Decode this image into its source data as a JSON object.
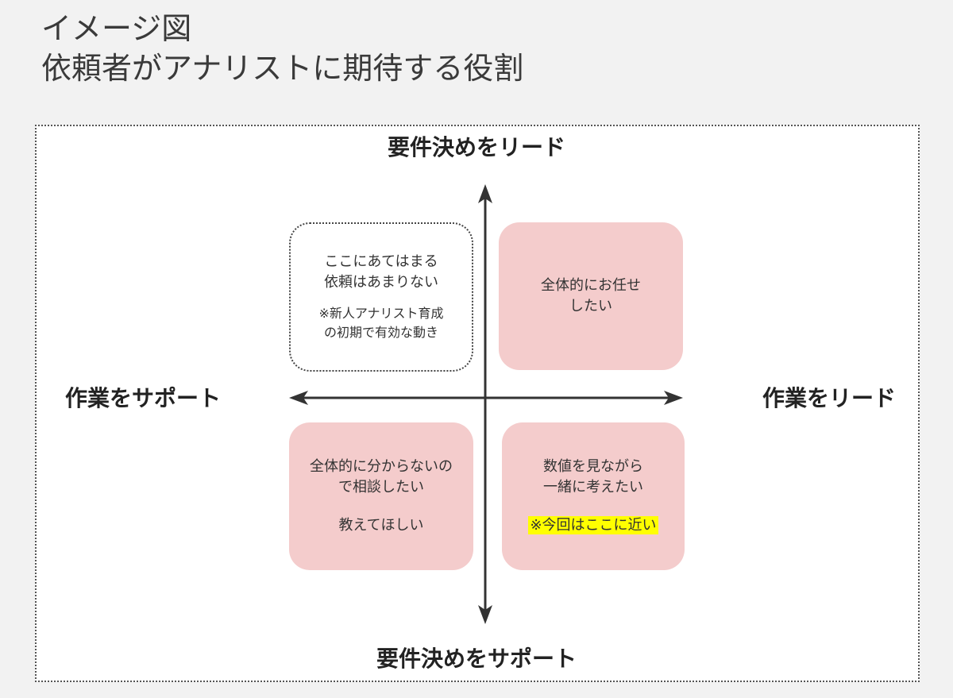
{
  "title": {
    "line1": "イメージ図",
    "line2": "依頼者がアナリストに期待する役割"
  },
  "axes": {
    "top": "要件決めをリード",
    "bottom": "要件決めをサポート",
    "left": "作業をサポート",
    "right": "作業をリード"
  },
  "quadrants": {
    "top_left": {
      "line1": "ここにあてはまる",
      "line2": "依頼はあまりない",
      "note1": "※新人アナリスト育成",
      "note2": "の初期で有効な動き"
    },
    "top_right": {
      "line1": "全体的にお任せ",
      "line2": "したい"
    },
    "bottom_left": {
      "line1": "全体的に分からないの",
      "line2": "で相談したい",
      "line3": "教えてほしい"
    },
    "bottom_right": {
      "line1": "数値を見ながら",
      "line2": "一緒に考えたい",
      "highlight": "※今回はここに近い"
    }
  },
  "colors": {
    "box_fill": "#f4cccc",
    "highlight": "#ffff00",
    "axis": "#333333"
  }
}
